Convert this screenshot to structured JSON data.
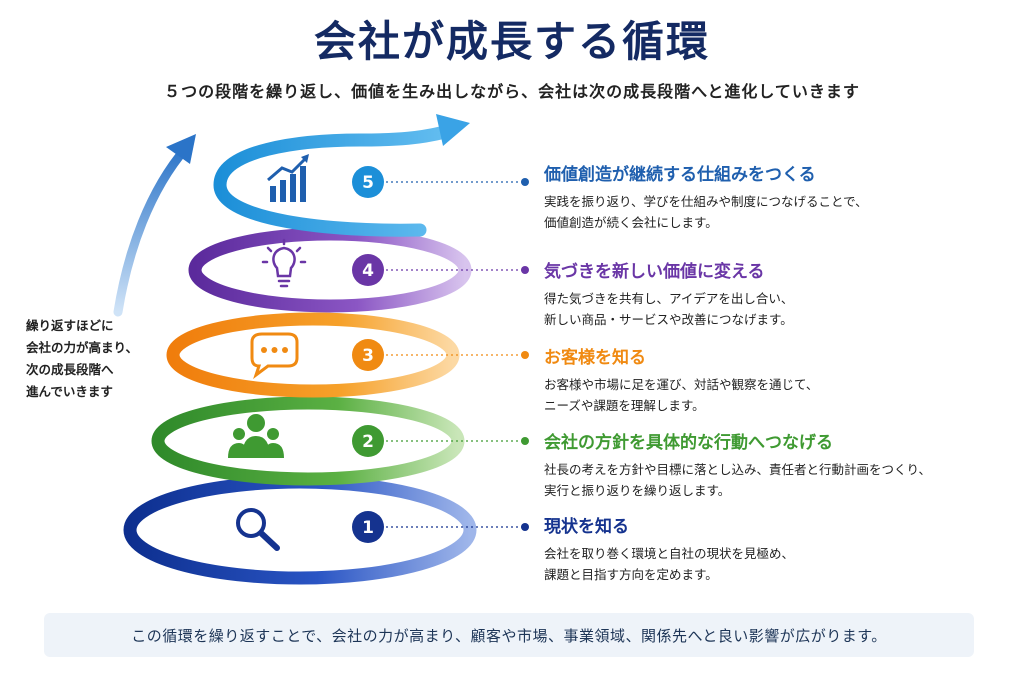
{
  "title": "会社が成長する循環",
  "subtitle": "５つの段階を繰り返し、価値を生み出しながら、会社は次の成長段階へと進化していきます",
  "side_note": [
    "繰り返すほどに",
    "会社の力が高まり、",
    "次の成長段階へ",
    "進んでいきます"
  ],
  "steps": [
    {
      "number": "5",
      "title": "価値創造が継続する仕組みをつくる",
      "color": "#1f5fae",
      "icon": "growth-chart-icon",
      "lines": [
        "実践を振り返り、学びを仕組みや制度につなげることで、",
        "価値創造が続く会社にします。"
      ]
    },
    {
      "number": "4",
      "title": "気づきを新しい価値に変える",
      "color": "#6a36a6",
      "icon": "lightbulb-icon",
      "lines": [
        "得た気づきを共有し、アイデアを出し合い、",
        "新しい商品・サービスや改善につなげます。"
      ]
    },
    {
      "number": "3",
      "title": "お客様を知る",
      "color": "#f08a12",
      "icon": "chat-bubble-icon",
      "lines": [
        "お客様や市場に足を運び、対話や観察を通じて、",
        "ニーズや課題を理解します。"
      ]
    },
    {
      "number": "2",
      "title": "会社の方針を具体的な行動へつなげる",
      "color": "#3f9a32",
      "icon": "team-icon",
      "lines": [
        "社長の考えを方針や目標に落とし込み、責任者と行動計画をつくり、",
        "実行と振り返りを繰り返します。"
      ]
    },
    {
      "number": "1",
      "title": "現状を知る",
      "color": "#15338f",
      "icon": "magnifier-icon",
      "lines": [
        "会社を取り巻く環境と自社の現状を見極め、",
        "課題と目指す方向を定めます。"
      ]
    }
  ],
  "footer": "この循環を繰り返すことで、会社の力が高まり、顧客や市場、事業領域、関係先へと良い影響が広がります。"
}
